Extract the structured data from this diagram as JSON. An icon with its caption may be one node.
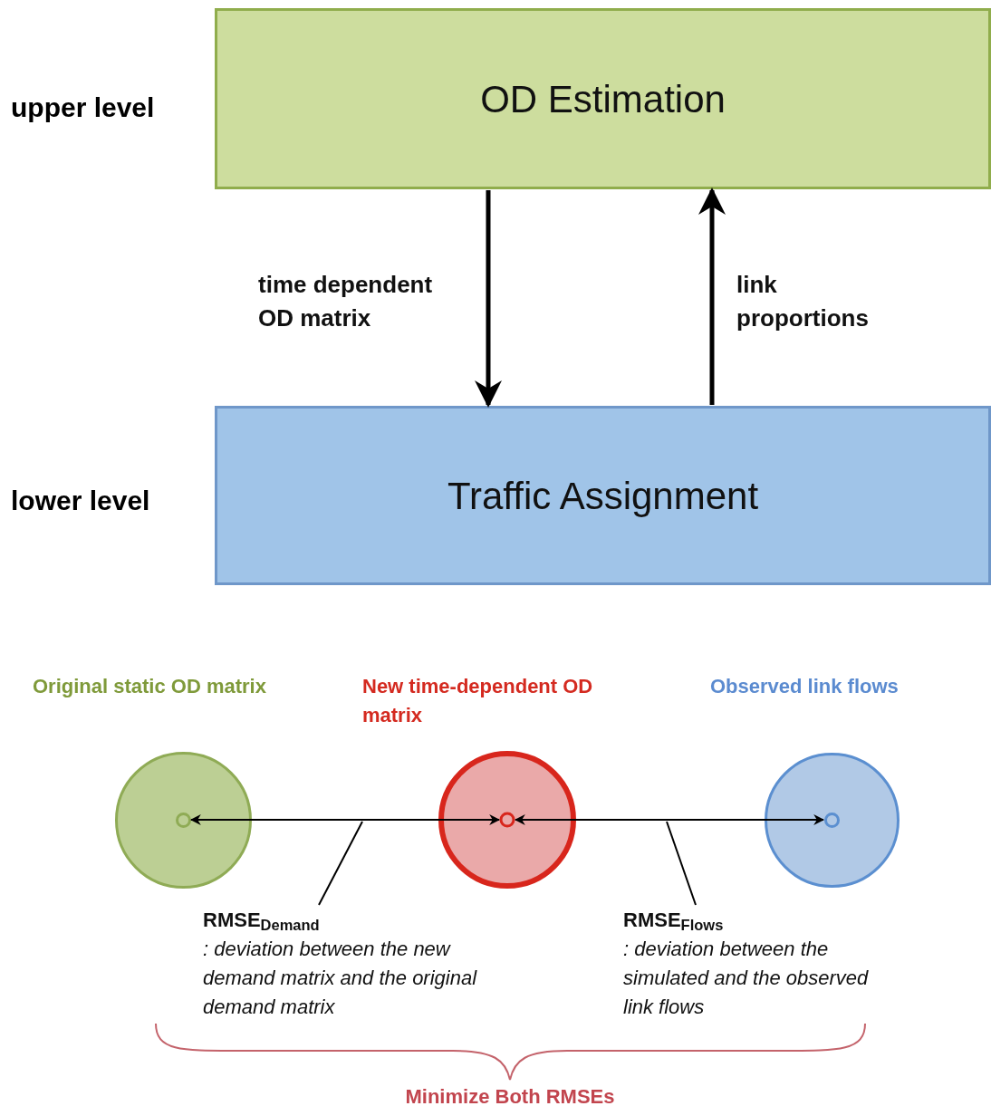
{
  "diagram": {
    "nodes": [
      {
        "text": [
          "OD Estimation"
        ]
      },
      {
        "text": [
          "Traffic Assignment"
        ]
      },
      {
        "text": [],
        "shape": "circle",
        "beside": [
          "Original static OD matrix"
        ]
      },
      {
        "text": [],
        "shape": "circle",
        "beside": [
          "New time-dependent OD matrix"
        ]
      },
      {
        "text": [],
        "shape": "circle",
        "beside": [
          "Observed link flows"
        ]
      },
      {
        "text": [
          "RMSE$_{Demand}$",
          ": deviation between the new demand matrix and the original demand matrix"
        ]
      },
      {
        "text": [
          "RMSE$_{Flows}$",
          ": deviation between the simulated and the observed link flows"
        ]
      }
    ],
    "edges": [
      {
        "from": 0,
        "to": 1,
        "arrow": "to",
        "label": "time dependent OD matrix",
        "style": "thick"
      },
      {
        "from": 1,
        "to": 0,
        "arrow": "to",
        "label": "link proportions",
        "style": "thick"
      },
      {
        "from": 2,
        "to": 3,
        "arrow": "both"
      },
      {
        "from": 3,
        "to": 4,
        "arrow": "both"
      },
      {
        "from": 5,
        "to": null,
        "arrow": "none"
      },
      {
        "from": 6,
        "to": null,
        "arrow": "none"
      }
    ],
    "labels": [
      "upper level",
      "lower level",
      "Minimize Both RMSEs"
    ]
  }
}
